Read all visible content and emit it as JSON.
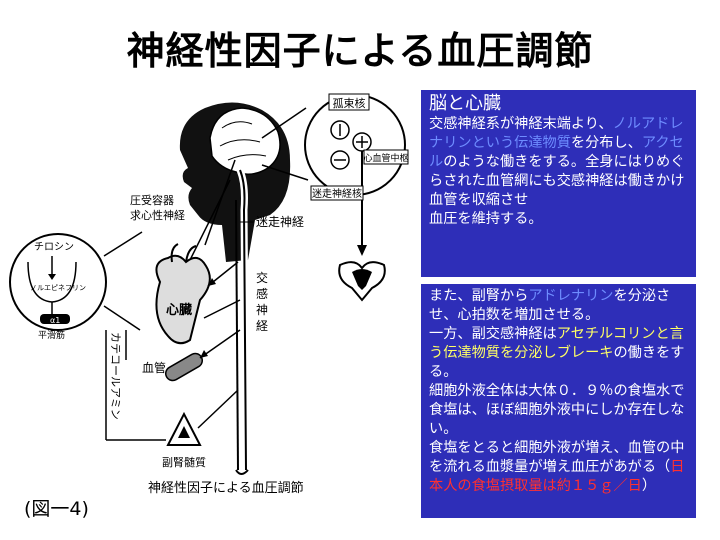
{
  "title": "神経性因子による血圧調節",
  "figure_label": "(図一4)",
  "diagram": {
    "caption": "神経性因子による血圧調節",
    "brainstem_labels": {
      "nucleus_solitarius": "孤束核",
      "vasomotor_center": "心血管中枢",
      "vagal_nucleus": "迷走神経核"
    },
    "vagus_nerve": "迷走神経",
    "baroreceptor_line1": "圧受容器",
    "baroreceptor_line2": "求心性神経",
    "sympathetic": "交感神経",
    "heart": "心臓",
    "blood_vessel": "血管",
    "adrenal_medulla": "副腎髄質",
    "catecholamine": "カテコールアミン",
    "tyrosine": "チロシン",
    "noradrenaline": "ノルエピネフリン",
    "alpha1": "α1",
    "smooth_muscle": "平滑筋"
  },
  "panel1": {
    "heading": "脳と心臓",
    "p1": "交感神経系が神経末端より、",
    "p2": "ノルアドレナリンという伝達物質",
    "p3": "を分布し、",
    "p4": "アクセル",
    "p5": "のような働きをする。全身にはりめぐらされた血管網にも交感神経は働きかけ血管を収縮させ",
    "p6": "血圧を維持する。"
  },
  "panel2": {
    "s1": "また、副腎から",
    "s2": "アドレナリン",
    "s3": "を分泌させ、心拍数を増加させる。",
    "s4": "一方、副交感神経は",
    "s5": "アセチルコリンと言う伝達物質を分泌しブレーキ",
    "s6": "の働きをする。",
    "s7": "細胞外液全体は大体０．９％の食塩水で食塩は、ほぼ細胞外液中にしか存在しない。",
    "s8": "食塩をとると細胞外液が増え、血管の中を流れる血漿量が増え血圧があがる（",
    "s9": "日本人の食塩摂取量は約１５ｇ／日",
    "s10": "）"
  }
}
